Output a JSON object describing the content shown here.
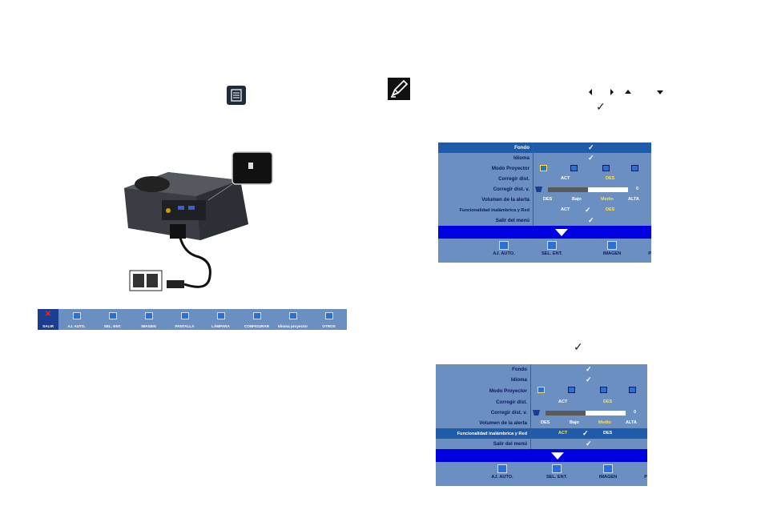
{
  "icons": {
    "menu_button": "menu-icon",
    "note": "note-pencil-icon",
    "arrows": [
      "left-arrow-icon",
      "right-arrow-icon",
      "up-arrow-icon",
      "down-arrow-icon"
    ]
  },
  "check_mark": "✓",
  "toolbar": {
    "items": [
      "SALIR",
      "AJ. AUTO.",
      "SEL. ENT.",
      "IMAGEN",
      "PANTALLA",
      "LÁMPARA",
      "CONFIGURAR",
      "Idioma proyector",
      "OTROS"
    ]
  },
  "osd1": {
    "rows": {
      "fondo": "Fondo",
      "idioma": "Idioma",
      "modo_proyector": "Modo Proyector",
      "corregir_dist": "Corregir dist.",
      "corregir_dist_v": "Corregir dist. v.",
      "volumen_alerta": "Volumen de la alerta",
      "funcionalidad": "Funcionalidad inalámbrica y Red",
      "salir": "Salir del menú"
    },
    "values": {
      "act": "ACT",
      "des": "DES",
      "slider_value": "0",
      "volume": [
        "DES",
        "Bajo",
        "Medio",
        "ALTA"
      ]
    },
    "bottom": [
      "AJ. AUTO.",
      "SEL. ENT.",
      "IMAGEN",
      "P"
    ]
  },
  "osd2": {
    "rows": {
      "fondo": "Fondo",
      "idioma": "Idioma",
      "modo_proyector": "Modo Proyector",
      "corregir_dist": "Corregir dist.",
      "corregir_dist_v": "Corregir dist. v.",
      "volumen_alerta": "Volumen de la alerta",
      "funcionalidad": "Funcionalidad inalámbrica y Red",
      "salir": "Salir del menú"
    },
    "values": {
      "act": "ACT",
      "des": "DES",
      "slider_value": "0",
      "volume": [
        "DES",
        "Bajo",
        "Medio",
        "ALTA"
      ]
    },
    "bottom": [
      "AJ. AUTO.",
      "SEL. ENT.",
      "IMAGEN",
      "P"
    ]
  },
  "colors": {
    "osd_bg": "#6a8fc0",
    "highlight": "#1f5ba8",
    "band": "#0000e0",
    "selected_text": "#ffe14a"
  }
}
